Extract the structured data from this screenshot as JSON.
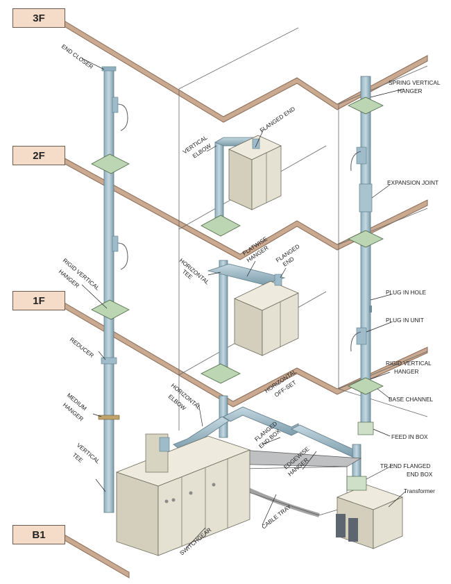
{
  "floors": {
    "f3": "3F",
    "f2": "2F",
    "f1": "1F",
    "b1": "B1"
  },
  "labels": {
    "end_closer": "END CLOSER",
    "spring_vertical_hanger_1": "SPRING VERTICAL",
    "spring_vertical_hanger_2": "HANGER",
    "flanged_end_top": "FLANGED END",
    "vertical_elbow_1": "VERTICAL",
    "vertical_elbow_2": "ELBOW",
    "expansion_joint": "EXPANSION JOINT",
    "rigid_vertical_hanger_left_1": "RIGID VERTICAL",
    "rigid_vertical_hanger_left_2": "HANGER",
    "horizontal_tee_1": "HORIZONTAL",
    "horizontal_tee_2": "TEE",
    "flatwise_hanger_1": "FLATWISE",
    "flatwise_hanger_2": "HANGER",
    "flanged_end_mid_1": "FLANGED",
    "flanged_end_mid_2": "END",
    "plug_in_hole": "PLUG IN HOLE",
    "plug_in_unit": "PLUG IN UNIT",
    "rigid_vertical_hanger_right_1": "RIGID VERTICAL",
    "rigid_vertical_hanger_right_2": "HANGER",
    "base_channel": "BASE CHANNEL",
    "reducer": "REDUCER",
    "medium_hanger_1": "MEDIUM",
    "medium_hanger_2": "HANGER",
    "horizontal_elbow_1": "HORIZONTAL",
    "horizontal_elbow_2": "ELBOW",
    "horizontal_offset_1": "HORIZONTAL",
    "horizontal_offset_2": "OFF-SET",
    "flanged_end_box_1": "FLANGED",
    "flanged_end_box_2": "END BOX",
    "feed_in_box": "FEED IN BOX",
    "vertical_tee_1": "VERTICAL",
    "vertical_tee_2": "TEE",
    "edgewise_hanger_1": "EDGEWISE",
    "edgewise_hanger_2": "HANGER",
    "tr_end_flanged_1": "TR END FLANGED",
    "tr_end_flanged_2": "END BOX",
    "transformer": "Transformer",
    "cable_tray": "CABLE TRAY",
    "switchgear": "SWITCHGEAR"
  },
  "colors": {
    "slab": "#c9a98f",
    "slab_edge": "#8a6a55",
    "busway": "#a9c3cf",
    "busway_dark": "#6f8e9c",
    "cabinet": "#e4e1d2",
    "cabinet_side": "#c8c4b0",
    "pad": "#bcd6b3",
    "floor_tag_bg": "#f5dcc9"
  }
}
